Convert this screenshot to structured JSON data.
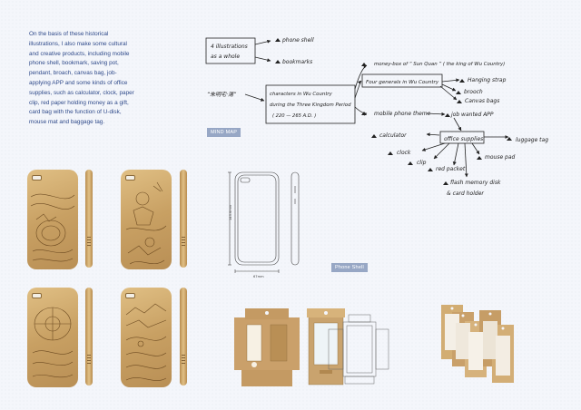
{
  "intro": {
    "text": "On the basis of these historical illustrations, I also make some cultural and creative products, including mobile phone shell, bookmark, saving pot, pendant, broach, canvas bag, job-applying APP and some kinds of office supplies, such as calculator, clock, paper clip, red paper holding money as a gift, card bag with the function of U-disk, mouse mat and baggage tag."
  },
  "mind_map": {
    "tag": "MIND MAP",
    "root_a": [
      "4 illustrations",
      "as  a  whole"
    ],
    "phone_shell": "phone shell",
    "bookmarks": "bookmarks",
    "root_b": "“朱明宅·湯”",
    "characters": [
      "characters  in  Wu Country",
      "during  the  Three Kingdom Period",
      "( 220 — 265 A.D. )"
    ],
    "money_box": "money-box  of  “ Sun Quan ” ( the king  of Wu Country)",
    "four_generals": "Four  generals  in  Wu Country",
    "hanging_strap": "Hanging  strap",
    "brooch": "brooch",
    "canvas_bags": "Canvas  bags",
    "mobile_theme": "mobile  phone  theme",
    "job_app": "job  wanted  APP",
    "office_supplies": "office  supplies",
    "calculator": "calculator",
    "luggage_tag": "luggage  tag",
    "clock": "clock",
    "clip": "clip",
    "red_packet": "red  packet",
    "mouse_pad": "mouse  pad",
    "flash_disk": [
      "flash  memory  disk",
      "& card  holder"
    ]
  },
  "phone_shell": {
    "tag": "Phone Shell",
    "dim_height": "143.6mm",
    "dim_width": "67mm"
  }
}
